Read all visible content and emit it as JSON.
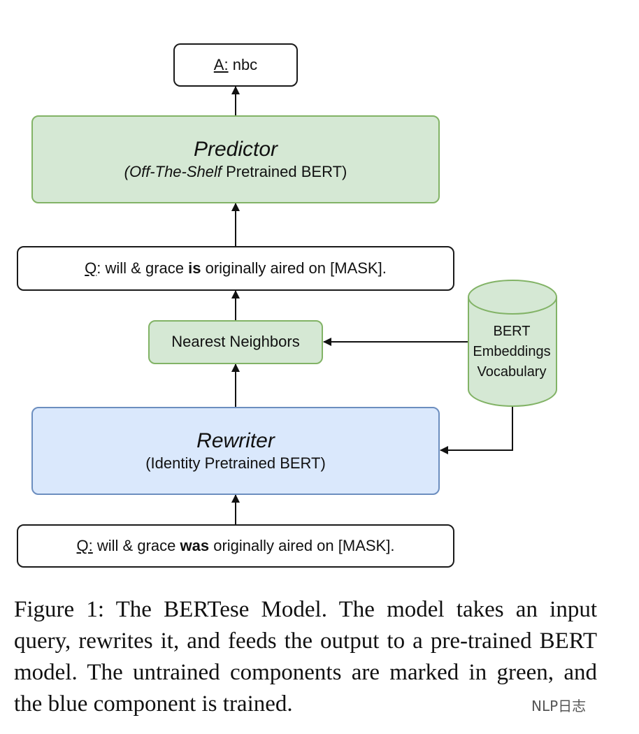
{
  "answer": {
    "prefix": "A:",
    "value": " nbc"
  },
  "predictor": {
    "title": "Predictor",
    "sub_italic": "(Off-The-Shelf",
    "sub_rest": " Pretrained BERT)"
  },
  "query_top": {
    "prefix": "Q",
    "before": ": will & grace ",
    "bold": "is",
    "after": " originally aired on [MASK]."
  },
  "neighbors": {
    "label": "Nearest Neighbors"
  },
  "database": {
    "lines": [
      "BERT",
      "Embeddings",
      "Vocabulary"
    ]
  },
  "rewriter": {
    "title": "Rewriter",
    "sub": "(Identity Pretrained BERT)"
  },
  "query_bottom": {
    "prefix": "Q:",
    "before": " will & grace ",
    "bold": "was",
    "after": " originally aired on [MASK]."
  },
  "caption": "Figure 1: The BERTese Model. The model takes an input query, rewrites it, and feeds the output to a pre-trained BERT model. The untrained components are marked in green, and the blue component is trained.",
  "watermark": "NLP日志",
  "colors": {
    "green_fill": "#d5e8d4",
    "green_border": "#82b366",
    "blue_fill": "#dae8fc",
    "blue_border": "#6c8ebf"
  }
}
